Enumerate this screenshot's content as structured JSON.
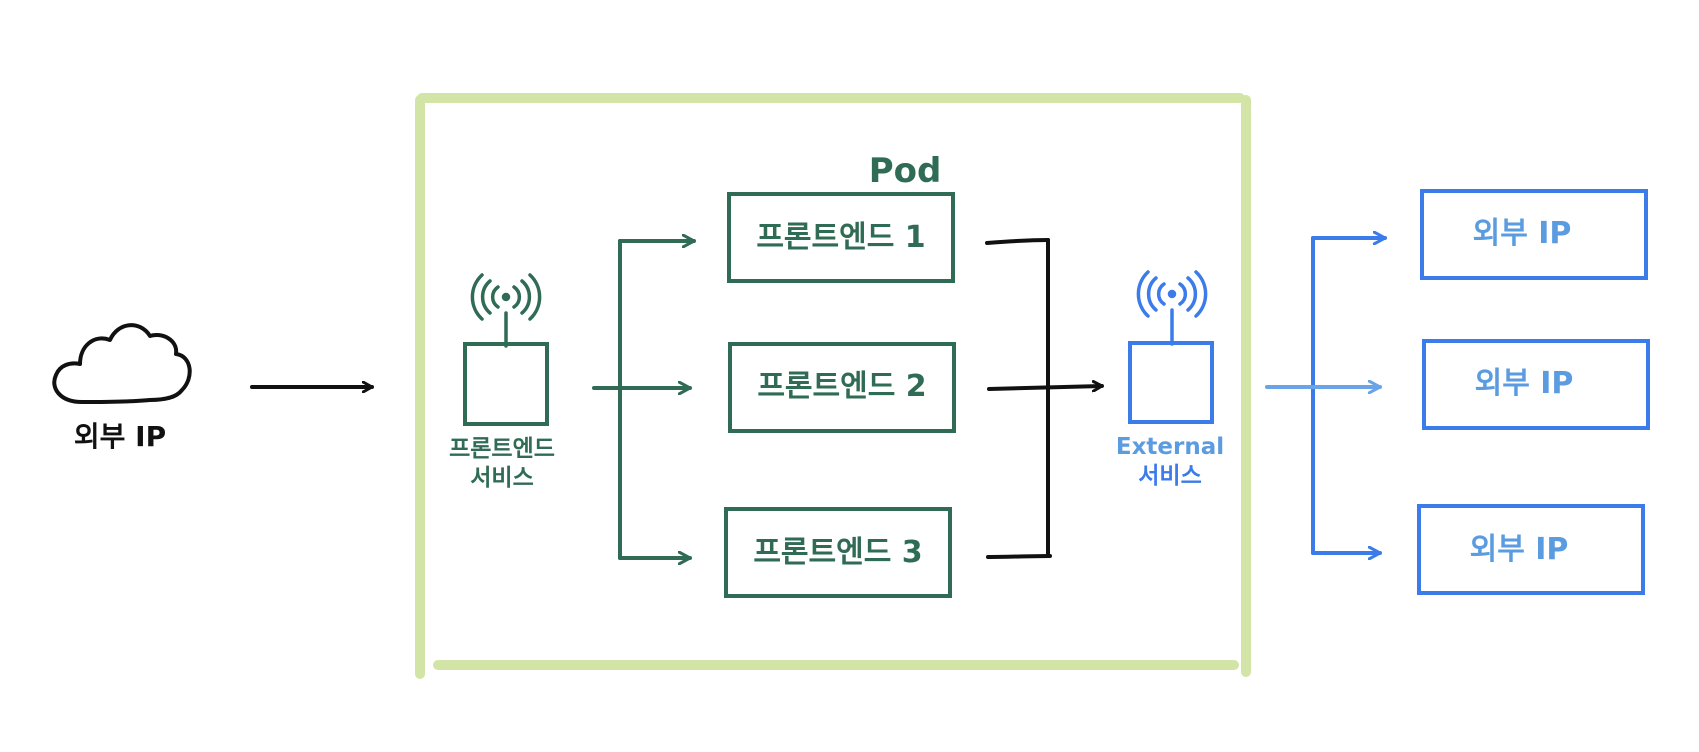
{
  "colors": {
    "cluster_border": "#d2e4a6",
    "frontend": "#2f6b55",
    "external": "#3b7bea",
    "external_light": "#5b9be0",
    "ink": "#111111"
  },
  "source": {
    "icon": "cloud-icon",
    "label": "외부 IP"
  },
  "cluster": {
    "pod_label": "Pod",
    "frontend_service": {
      "icon": "antenna-icon",
      "label_line1": "프론트엔드",
      "label_line2": "서비스"
    },
    "pods": [
      {
        "label": "프론트엔드 1"
      },
      {
        "label": "프론트엔드 2"
      },
      {
        "label": "프론트엔드 3"
      }
    ],
    "external_service": {
      "icon": "antenna-icon",
      "label_line1": "External",
      "label_line2": "서비스"
    }
  },
  "destinations": [
    {
      "label": "외부 IP"
    },
    {
      "label": "외부 IP"
    },
    {
      "label": "외부 IP"
    }
  ]
}
